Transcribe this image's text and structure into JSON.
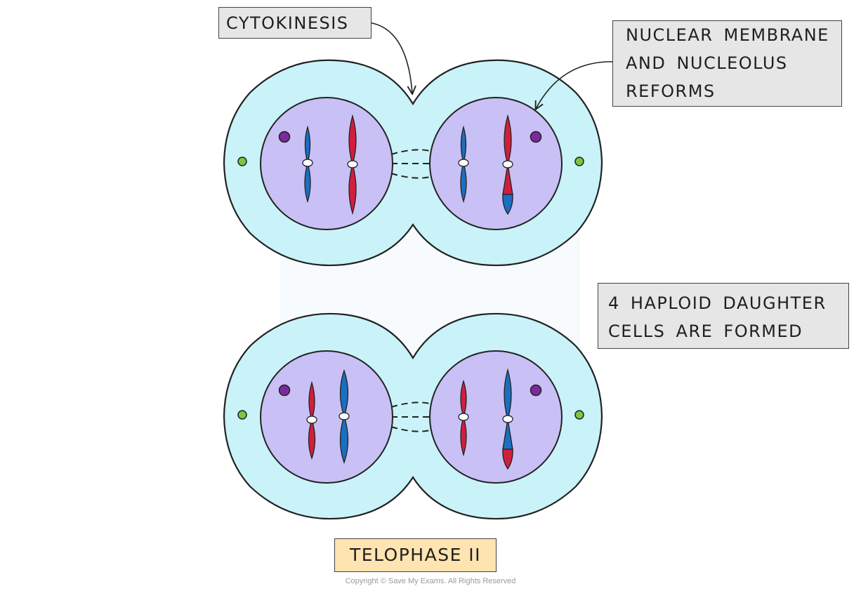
{
  "labels": {
    "cytokinesis": "CYTOKINESIS",
    "nuclear_reforms": [
      "NUCLEAR MEMBRANE",
      "AND NUCLEOLUS",
      "REFORMS"
    ],
    "haploid": [
      "4 HAPLOID DAUGHTER",
      "CELLS ARE FORMED"
    ],
    "stage": "TELOPHASE II",
    "copyright": "Copyright © Save My Exams. All Rights Reserved"
  },
  "colors": {
    "cytoplasm": "#c9f3f8",
    "nucleus": "#c9c0f5",
    "outline": "#222222",
    "chromosome_red": "#d01f3c",
    "chromosome_blue": "#1a6fc0",
    "nucleolus": "#7b2a9c",
    "centriole": "#7dc542",
    "label_box": "#e6e6e6",
    "stage_box": "#fde4b0"
  }
}
